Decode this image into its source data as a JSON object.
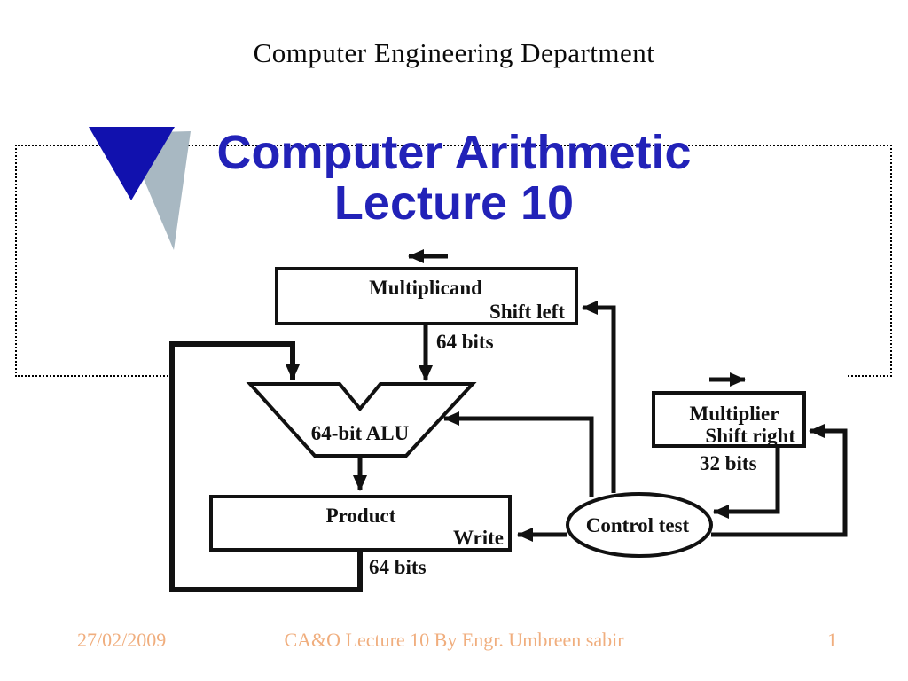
{
  "slide": {
    "header": "Computer Engineering Department",
    "title_line1": "Computer Arithmetic",
    "title_line2": "Lecture 10",
    "footer": {
      "date": "27/02/2009",
      "center": "CA&O Lecture 10 By Engr. Umbreen sabir",
      "page_number": "1"
    },
    "colors": {
      "title_blue": "#2222b8",
      "bullet_blue": "#1111ae",
      "bullet_shadow": "#a8b8c2",
      "footer_text": "#f0ae7e",
      "diagram_ink": "#111111"
    }
  },
  "diagram": {
    "multiplicand": {
      "label": "Multiplicand",
      "shift": "Shift left"
    },
    "multiplier": {
      "label": "Multiplier",
      "shift": "Shift right"
    },
    "product": {
      "label": "Product",
      "write": "Write"
    },
    "alu": {
      "label": "64-bit ALU"
    },
    "control": {
      "label": "Control test"
    },
    "bits": {
      "multiplicand": "64 bits",
      "product": "64 bits",
      "multiplier": "32 bits"
    }
  }
}
